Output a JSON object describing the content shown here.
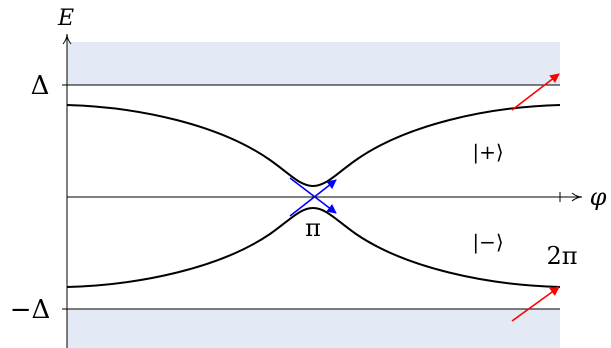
{
  "labels": {
    "energy_axis": "E",
    "phase_axis": "φ",
    "delta_top": "Δ",
    "delta_bottom": "−Δ",
    "pi_tick": "π",
    "two_pi_tick": "2π",
    "upper_state": "|+⟩",
    "lower_state": "|−⟩"
  },
  "colors": {
    "continuum_band": "#e3eaf6",
    "levels": "#000000",
    "crossing_arrows": "#0000ff",
    "excitation_arrows": "#ff0000"
  }
}
